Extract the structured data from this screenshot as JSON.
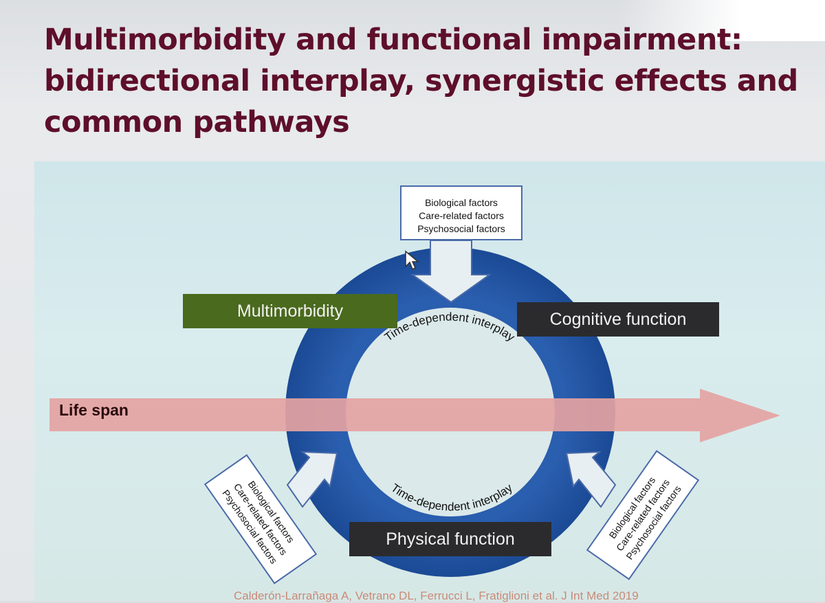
{
  "slide": {
    "title_lines": [
      "Multimorbidity and functional impairment:",
      "bidirectional interplay, synergistic effects and",
      "common pathways"
    ]
  },
  "diagram": {
    "nodes": {
      "multimorbidity": "Multimorbidity",
      "cognitive": "Cognitive function",
      "physical": "Physical function"
    },
    "interplay_top": "Time-dependent interplay",
    "interplay_bottom": "Time-dependent interplay",
    "lifespan_label": "Life span",
    "factor_boxes": {
      "top": [
        "Biological factors",
        "Care-related factors",
        "Psychosocial factors"
      ],
      "left": [
        "Biological factors",
        "Care-related factors",
        "Psychosocial factors"
      ],
      "right": [
        "Biological factors",
        "Care-related factors",
        "Psychosocial factors"
      ]
    },
    "colors": {
      "ring": "#1f4f99",
      "arrow": "#e6a3a3",
      "multimorbidity_box": "#4a6a1e",
      "dark_box": "#2b2b2e",
      "title": "#5e0f2a"
    }
  },
  "citation": "Calderón-Larrañaga A, Vetrano DL, Ferrucci L, Fratiglioni et al. J Int Med 2019"
}
